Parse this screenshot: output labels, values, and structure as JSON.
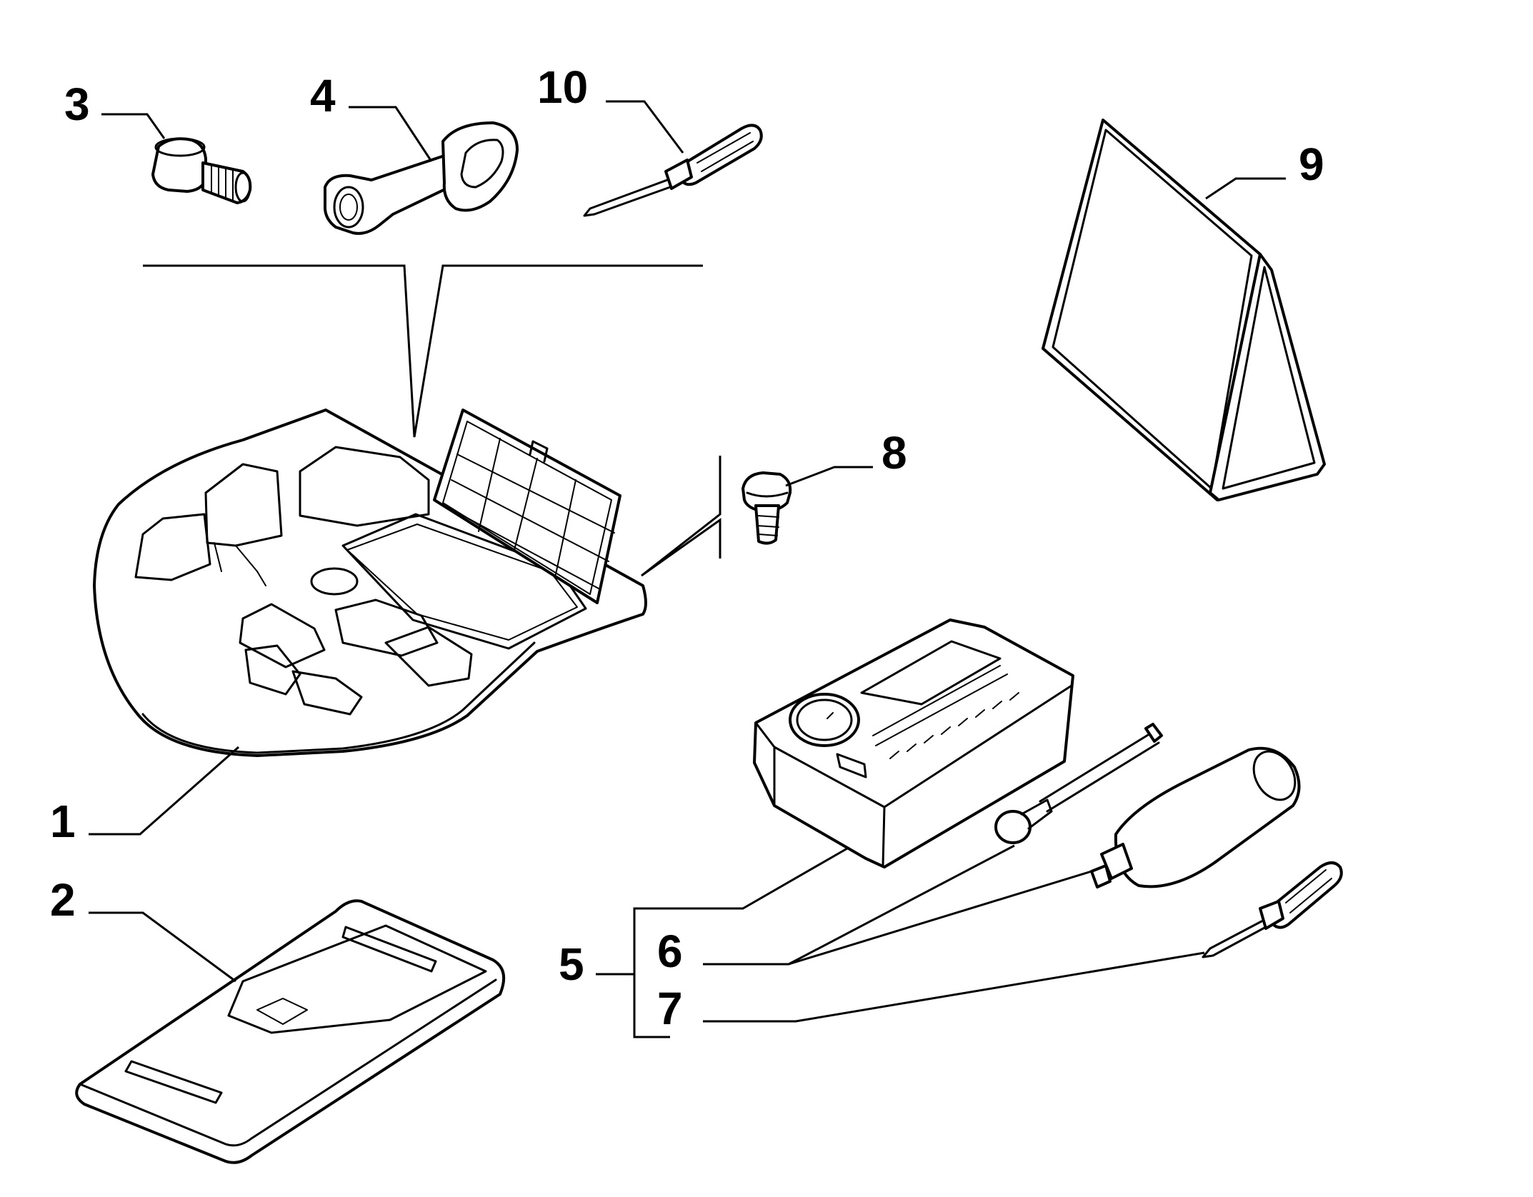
{
  "callouts": {
    "c1": "1",
    "c2": "2",
    "c3": "3",
    "c4": "4",
    "c5": "5",
    "c6": "6",
    "c7": "7",
    "c8": "8",
    "c9": "9",
    "c10": "10"
  },
  "parts": [
    {
      "callout": "1",
      "icon": "tool-tray-icon"
    },
    {
      "callout": "2",
      "icon": "tool-pouch-icon"
    },
    {
      "callout": "3",
      "icon": "towing-eye-icon"
    },
    {
      "callout": "4",
      "icon": "wheel-wrench-icon"
    },
    {
      "callout": "5",
      "icon": "tyre-inflator-kit-icon"
    },
    {
      "callout": "6",
      "icon": "sealant-bottle-icon"
    },
    {
      "callout": "7",
      "icon": "valve-screwdriver-icon"
    },
    {
      "callout": "8",
      "icon": "bolt-icon"
    },
    {
      "callout": "9",
      "icon": "warning-triangle-icon"
    },
    {
      "callout": "10",
      "icon": "screwdriver-icon"
    }
  ]
}
